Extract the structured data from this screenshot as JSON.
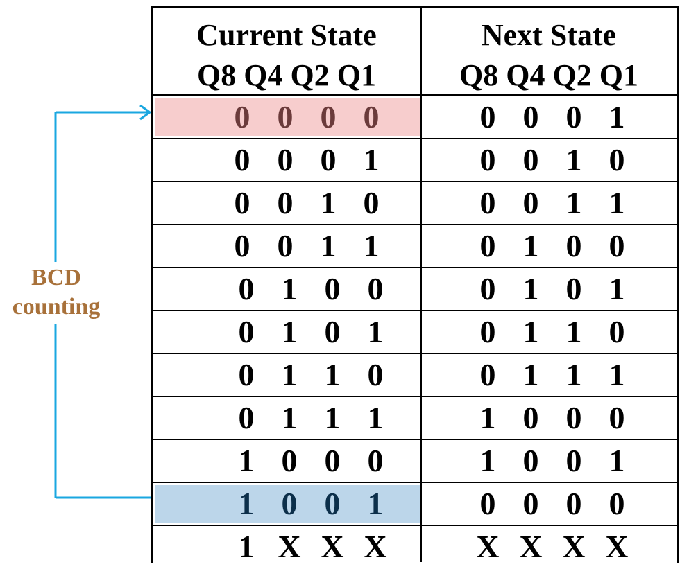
{
  "table": {
    "headers": {
      "current_title": "Current State",
      "current_cols": "Q8 Q4 Q2 Q1",
      "next_title": "Next State",
      "next_cols": "Q8 Q4 Q2 Q1"
    },
    "rows": [
      {
        "current": [
          "0",
          "0",
          "0",
          "0"
        ],
        "next": [
          "0",
          "0",
          "0",
          "1"
        ]
      },
      {
        "current": [
          "0",
          "0",
          "0",
          "1"
        ],
        "next": [
          "0",
          "0",
          "1",
          "0"
        ]
      },
      {
        "current": [
          "0",
          "0",
          "1",
          "0"
        ],
        "next": [
          "0",
          "0",
          "1",
          "1"
        ]
      },
      {
        "current": [
          "0",
          "0",
          "1",
          "1"
        ],
        "next": [
          "0",
          "1",
          "0",
          "0"
        ]
      },
      {
        "current": [
          "0",
          "1",
          "0",
          "0"
        ],
        "next": [
          "0",
          "1",
          "0",
          "1"
        ]
      },
      {
        "current": [
          "0",
          "1",
          "0",
          "1"
        ],
        "next": [
          "0",
          "1",
          "1",
          "0"
        ]
      },
      {
        "current": [
          "0",
          "1",
          "1",
          "0"
        ],
        "next": [
          "0",
          "1",
          "1",
          "1"
        ]
      },
      {
        "current": [
          "0",
          "1",
          "1",
          "1"
        ],
        "next": [
          "1",
          "0",
          "0",
          "0"
        ]
      },
      {
        "current": [
          "1",
          "0",
          "0",
          "0"
        ],
        "next": [
          "1",
          "0",
          "0",
          "1"
        ]
      },
      {
        "current": [
          "1",
          "0",
          "0",
          "1"
        ],
        "next": [
          "0",
          "0",
          "0",
          "0"
        ]
      },
      {
        "current": [
          "1",
          "X",
          "X",
          "X"
        ],
        "next": [
          "X",
          "X",
          "X",
          "X"
        ]
      }
    ]
  },
  "annotation": {
    "line1": "BCD",
    "line2": "counting"
  },
  "colors": {
    "start_highlight": "#f7cdcd",
    "end_highlight": "#bcd6ea",
    "arrow": "#1aa7e0",
    "label": "#a8713a"
  }
}
